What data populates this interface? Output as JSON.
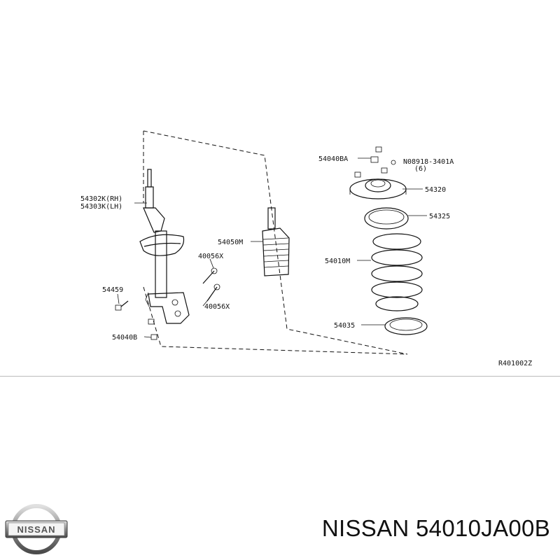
{
  "labels": {
    "strut_rh": "54302K(RH)",
    "strut_lh": "54303K(LH)",
    "bolt_upper": "40056X",
    "bolt_lower": "40056X",
    "bolt_small": "54459",
    "nut_lower": "54040B",
    "bound_bumper": "54050M",
    "nut_upper": "54040BA",
    "nut_spec": "N08918-3401A",
    "nut_qty": "(6)",
    "mount_insulator": "54320",
    "bearing": "54325",
    "coil_spring": "54010M",
    "seat": "54035",
    "ref_code": "R401002Z"
  },
  "logo": {
    "text": "NISSAN"
  },
  "caption": "NISSAN 54010JA00B"
}
